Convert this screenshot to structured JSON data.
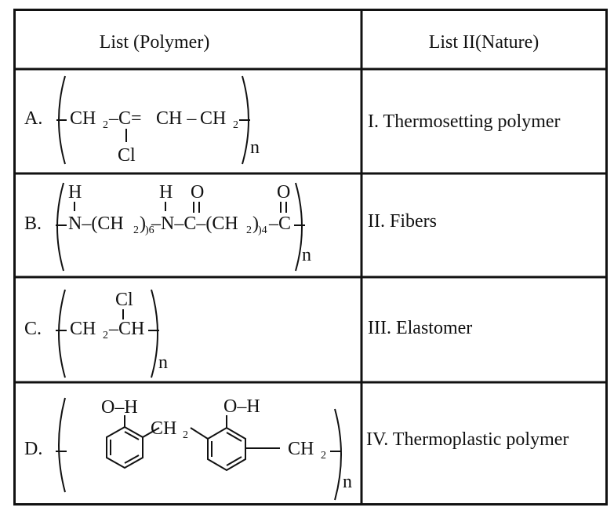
{
  "headers": {
    "col1": "List (Polymer)",
    "col2": "List II(Nature)"
  },
  "rows": [
    {
      "label": "A.",
      "nature": "I. Thermosetting polymer",
      "chem": {
        "ch2a": "CH",
        "two_a": "2",
        "c_eq": "–C=",
        "ch": "CH –",
        "ch2b": "CH",
        "two_b": "2",
        "cl": "Cl",
        "n": "n"
      }
    },
    {
      "label": "B.",
      "nature": "II. Fibers",
      "chem": {
        "h1": "H",
        "h2": "H",
        "o1": "O",
        "o2": "O",
        "n1": "N–(CH",
        "two_1": "2",
        "six": ")6",
        "n2": "–N–C–(CH",
        "two_2": "2",
        "four": ")4",
        "c_end": "–C",
        "n": "n"
      }
    },
    {
      "label": "C.",
      "nature": "III. Elastomer",
      "chem": {
        "cl": "Cl",
        "ch2": "CH",
        "two": "2",
        "ch": "–CH",
        "n": "n"
      }
    },
    {
      "label": "D.",
      "nature": "IV. Thermoplastic polymer",
      "chem": {
        "oh1": "O–H",
        "oh2": "O–H",
        "ch2a": "CH",
        "two_a": "2",
        "ch2b": "CH",
        "two_b": "2",
        "n": "n"
      }
    }
  ]
}
